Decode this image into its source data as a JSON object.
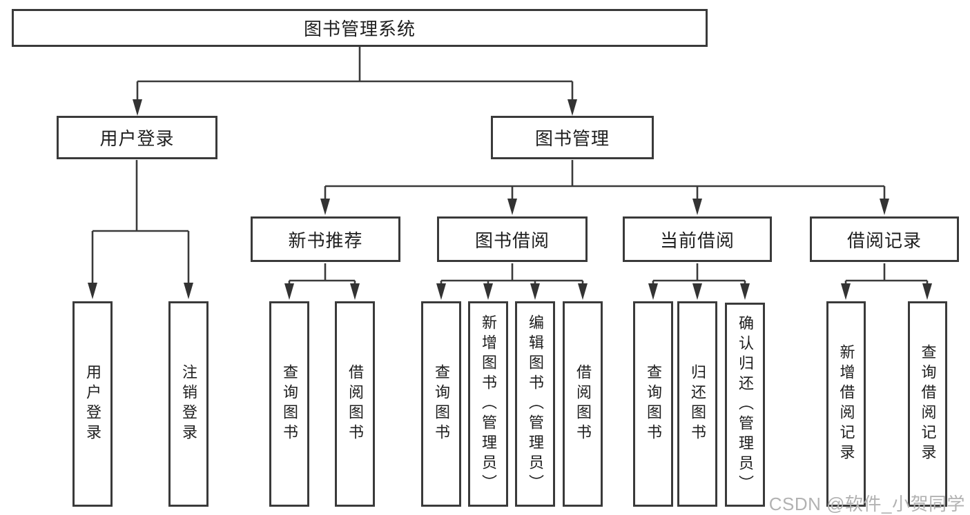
{
  "diagram": {
    "type": "hierarchy-diagram",
    "root": {
      "label": "图书管理系统"
    },
    "level2": [
      {
        "label": "用户登录",
        "leaves": [
          {
            "label": "用户登录"
          },
          {
            "label": "注销登录"
          }
        ]
      },
      {
        "label": "图书管理",
        "modules": [
          {
            "label": "新书推荐",
            "leaves": [
              {
                "label": "查询图书"
              },
              {
                "label": "借阅图书"
              }
            ]
          },
          {
            "label": "图书借阅",
            "leaves": [
              {
                "label": "查询图书"
              },
              {
                "label": "新增图书（管理员）"
              },
              {
                "label": "编辑图书（管理员）"
              },
              {
                "label": "借阅图书"
              }
            ]
          },
          {
            "label": "当前借阅",
            "leaves": [
              {
                "label": "查询图书"
              },
              {
                "label": "归还图书"
              },
              {
                "label": "确认归还（管理员）"
              }
            ]
          },
          {
            "label": "借阅记录",
            "leaves": [
              {
                "label": "新增借阅记录"
              },
              {
                "label": "查询借阅记录"
              }
            ]
          }
        ]
      }
    ]
  },
  "watermark": {
    "text": "CSDN @软件_小贺同学"
  },
  "colors": {
    "line": "#3a3a3a",
    "text": "#1e1e1e",
    "watermark": "#b2b2b2",
    "background": "#ffffff"
  }
}
